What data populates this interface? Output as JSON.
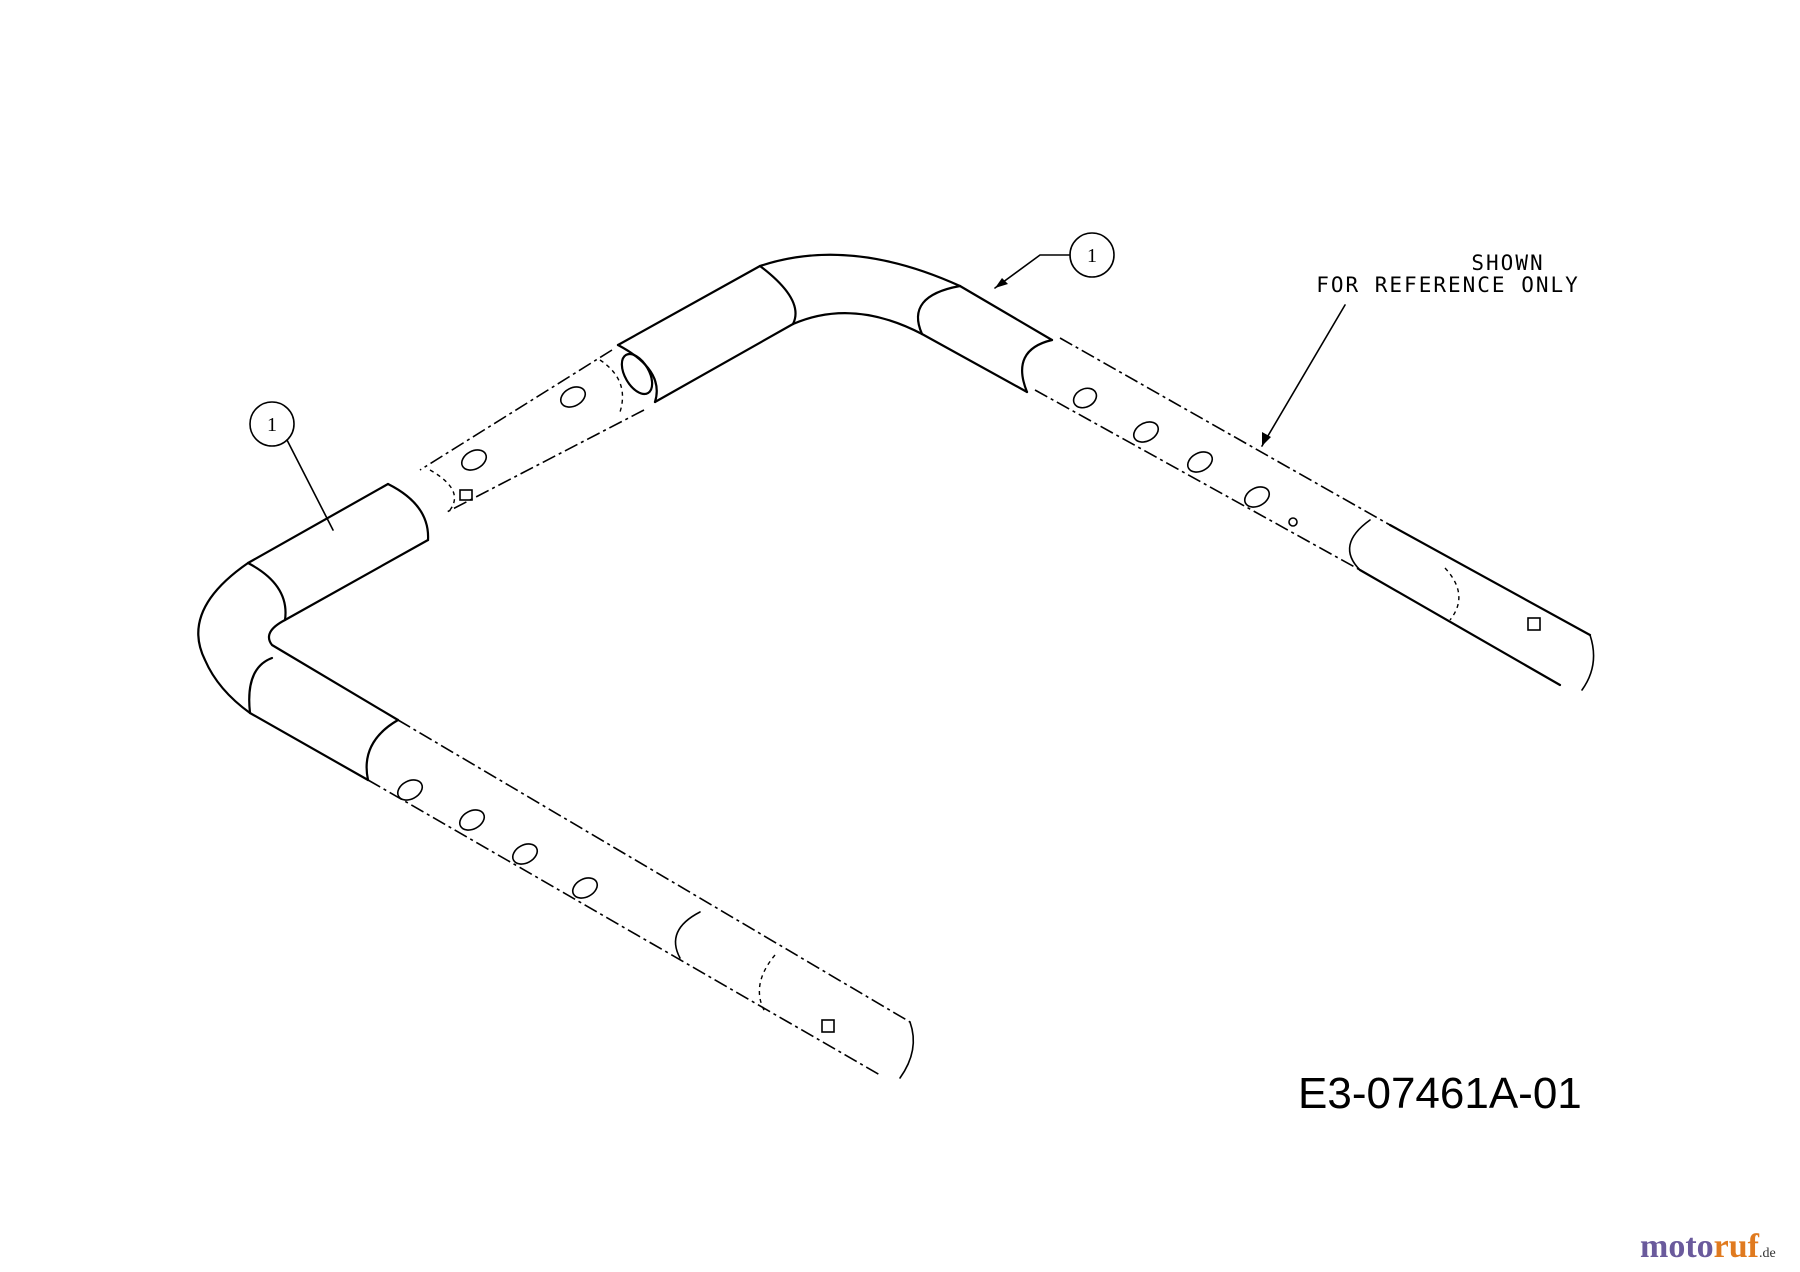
{
  "diagram": {
    "callouts": [
      {
        "label": "1"
      },
      {
        "label": "1"
      }
    ],
    "reference_note": {
      "line1": "SHOWN",
      "line2": "FOR REFERENCE ONLY"
    },
    "drawing_code": "E3-07461A-01"
  },
  "watermark": {
    "moto": "moto",
    "ruf": "ruf",
    "tld": ".de",
    "moto_color": "#6a5a9c",
    "ruf_color": "#e07a1f"
  }
}
